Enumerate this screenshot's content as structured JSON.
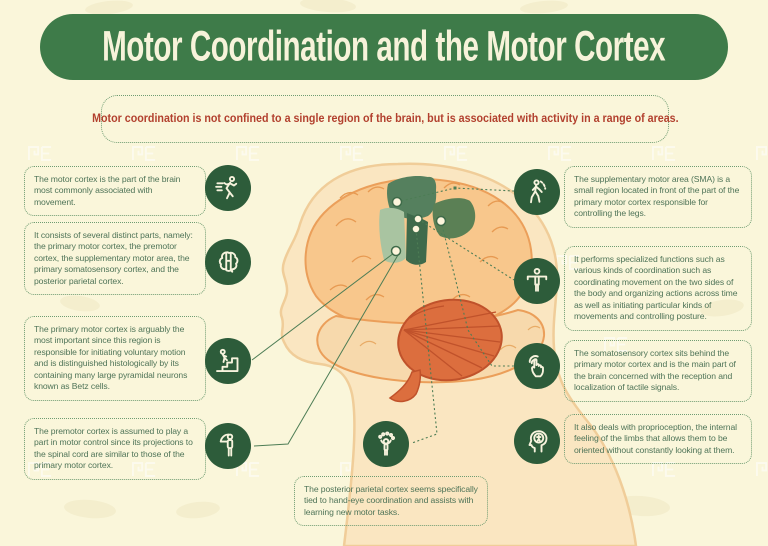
{
  "header": {
    "title": "Motor Coordination and the Motor Cortex"
  },
  "subtitle": {
    "text": "Motor coordination is not confined to a single region of the brain, but is associated with activity in a range of areas."
  },
  "left_column": [
    {
      "icon": "runner-icon",
      "text": "The motor cortex is the part of the brain most commonly associated with movement."
    },
    {
      "icon": "brain-icon",
      "text": "It consists of several distinct parts, namely: the primary motor cortex, the premotor cortex, the supplementary motor area, the primary somatosensory cortex, and the posterior parietal cortex."
    },
    {
      "icon": "stair-climb-icon",
      "text": "The primary motor cortex is arguably the most important since this region is responsible for initiating voluntary motion and is distinguished histologically by its containing many large pyramidal neurons known as Betz cells."
    },
    {
      "icon": "arm-raise-icon",
      "text": "The premotor cortex is assumed to play a part in motor control since its projections to the spinal cord are similar to those of the primary motor cortex."
    }
  ],
  "right_column": [
    {
      "icon": "walking-icon",
      "text": "The supplementary motor area (SMA) is a small region located in front of the part of the primary motor cortex responsible for controlling the legs."
    },
    {
      "icon": "posture-icon",
      "text": "It performs specialized functions such as various kinds of coordination such as coordinating movement on the two sides of the body and organizing actions across time as well as initiating particular kinds of movements and controlling posture."
    },
    {
      "icon": "touch-icon",
      "text": "The somatosensory cortex sits behind the primary motor cortex and is the main part of the brain concerned with the reception and localization of tactile signals."
    },
    {
      "icon": "head-brain-icon",
      "text": "It also deals with proprioception, the internal feeling of the limbs that allows them to be oriented without constantly looking at them."
    }
  ],
  "bottom": {
    "icon": "juggler-icon",
    "text": "The posterior parietal cortex seems specifically tied to hand-eye coordination and assists with learning new motor tasks."
  },
  "watermark_text": "ME",
  "colors": {
    "background": "#faf6da",
    "banner_green": "#3e7b49",
    "banner_text": "#f7f3da",
    "subtitle_red": "#b2402e",
    "body_text_green": "#4f7458",
    "icon_circle_green": "#2d5c3a",
    "brain_peach": "#f8c78c",
    "temporal_peach": "#f7d9ac",
    "cerebellum_orange": "#dc6e3e",
    "region_sma_dark": "#55805e",
    "region_primary_motor_sage": "#a9c4a1",
    "region_somatosensory_dark": "#3f6a4b",
    "region_posterior_parietal": "#5b8055"
  }
}
